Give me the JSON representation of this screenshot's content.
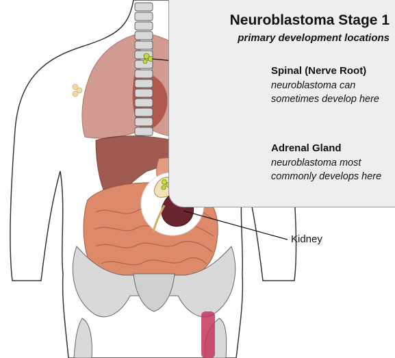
{
  "diagram": {
    "title": "Neuroblastoma Stage 1",
    "subtitle": "primary development locations",
    "labels": {
      "spinal": {
        "heading": "Spinal (Nerve Root)",
        "line1": "neuroblastoma can",
        "line2": "sometimes develop here"
      },
      "adrenal": {
        "heading": "Adrenal Gland",
        "line1": "neuroblastoma most",
        "line2": "commonly develops here"
      },
      "kidney": {
        "heading": "Kidney"
      }
    }
  },
  "colors": {
    "panel": "#eeeeee",
    "lung": "#c98a7e",
    "liver": "#8f3f34",
    "intestine": "#dd8a6b",
    "kidney": "#6a2630",
    "adrenal": "#f2e1b5",
    "tumor": "#c6dc3a",
    "bone": "#d9d9d9"
  }
}
